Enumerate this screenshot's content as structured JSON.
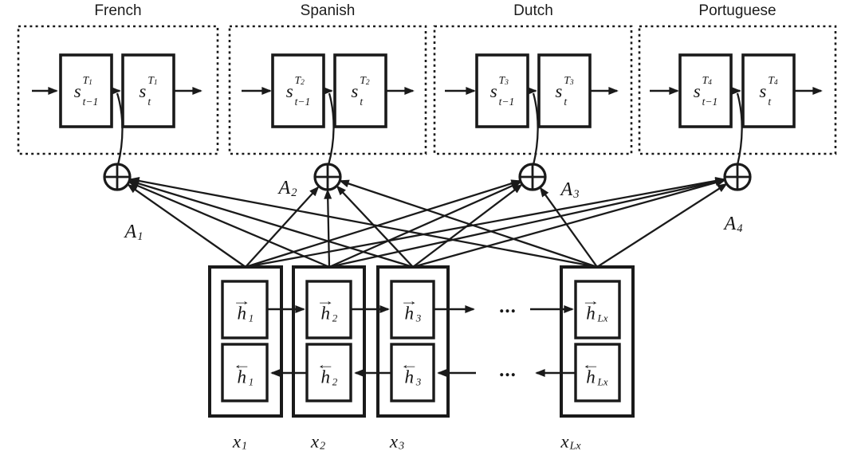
{
  "colors": {
    "ink": "#1a1a1a",
    "background": "#ffffff"
  },
  "decoders": [
    {
      "language": "French",
      "attention_label": {
        "base": "A",
        "sub": "1"
      },
      "prev_state": {
        "base": "s",
        "sup_base": "T",
        "sup_sub": "1",
        "sub": "t−1"
      },
      "curr_state": {
        "base": "s",
        "sup_base": "T",
        "sup_sub": "1",
        "sub": "t"
      }
    },
    {
      "language": "Spanish",
      "attention_label": {
        "base": "A",
        "sub": "2"
      },
      "prev_state": {
        "base": "s",
        "sup_base": "T",
        "sup_sub": "2",
        "sub": "t−1"
      },
      "curr_state": {
        "base": "s",
        "sup_base": "T",
        "sup_sub": "2",
        "sub": "t"
      }
    },
    {
      "language": "Dutch",
      "attention_label": {
        "base": "A",
        "sub": "3"
      },
      "prev_state": {
        "base": "s",
        "sup_base": "T",
        "sup_sub": "3",
        "sub": "t−1"
      },
      "curr_state": {
        "base": "s",
        "sup_base": "T",
        "sup_sub": "3",
        "sub": "t"
      }
    },
    {
      "language": "Portuguese",
      "attention_label": {
        "base": "A",
        "sub": "4"
      },
      "prev_state": {
        "base": "s",
        "sup_base": "T",
        "sup_sub": "4",
        "sub": "t−1"
      },
      "curr_state": {
        "base": "s",
        "sup_base": "T",
        "sup_sub": "4",
        "sub": "t"
      }
    }
  ],
  "encoder": {
    "forward_states": [
      {
        "dir": "→",
        "base": "h",
        "sub": "1"
      },
      {
        "dir": "→",
        "base": "h",
        "sub": "2"
      },
      {
        "dir": "→",
        "base": "h",
        "sub": "3"
      },
      {
        "dir": "→",
        "base": "h",
        "sub": "Lx"
      }
    ],
    "backward_states": [
      {
        "dir": "←",
        "base": "h",
        "sub": "1"
      },
      {
        "dir": "←",
        "base": "h",
        "sub": "2"
      },
      {
        "dir": "←",
        "base": "h",
        "sub": "3"
      },
      {
        "dir": "←",
        "base": "h",
        "sub": "Lx"
      }
    ],
    "forward_ellipsis": "...",
    "backward_ellipsis": "...",
    "inputs": [
      {
        "base": "x",
        "sub": "1"
      },
      {
        "base": "x",
        "sub": "2"
      },
      {
        "base": "x",
        "sub": "3"
      },
      {
        "base": "x",
        "sub": "Lx"
      }
    ]
  }
}
